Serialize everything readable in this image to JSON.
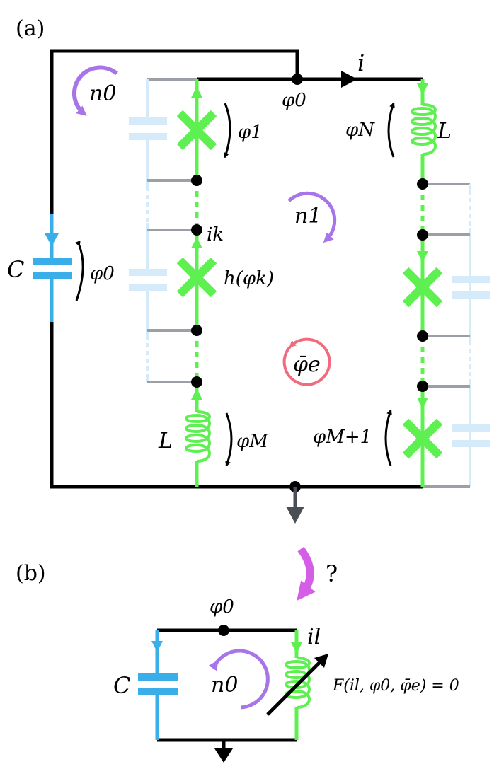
{
  "panel_a": {
    "label": "(a)",
    "current_top": "i",
    "node_top": "φ0",
    "loop_outer": "n0",
    "loop_inner": "n1",
    "flux_external": "φ̄e",
    "cap_label": "C",
    "cap_phase": "φ0",
    "jj_top_phase": "φ1",
    "current_k": "ik",
    "jj_k_func": "h(φk)",
    "ind_left_label": "L",
    "ind_left_phase": "φM",
    "ind_right_label": "L",
    "ind_right_phase": "φN",
    "jj_right_bottom_phase": "φM+1"
  },
  "transition_mark": "?",
  "panel_b": {
    "label": "(b)",
    "node_top": "φ0",
    "current": "il",
    "cap_label": "C",
    "loop": "n0",
    "constraint": "F(il, φ0, φ̄e) = 0"
  },
  "colors": {
    "wire": "#000000",
    "capacitor": "#3aaee8",
    "junction": "#5ef050",
    "parasitic_wire": "#9aa0a6",
    "parasitic_cap": "#d6ebfa",
    "loop_arrow": "#a775e8",
    "flux_circle": "#f06b7d",
    "transition_arrow": "#d55ee6",
    "ground": "#4a4f55"
  }
}
